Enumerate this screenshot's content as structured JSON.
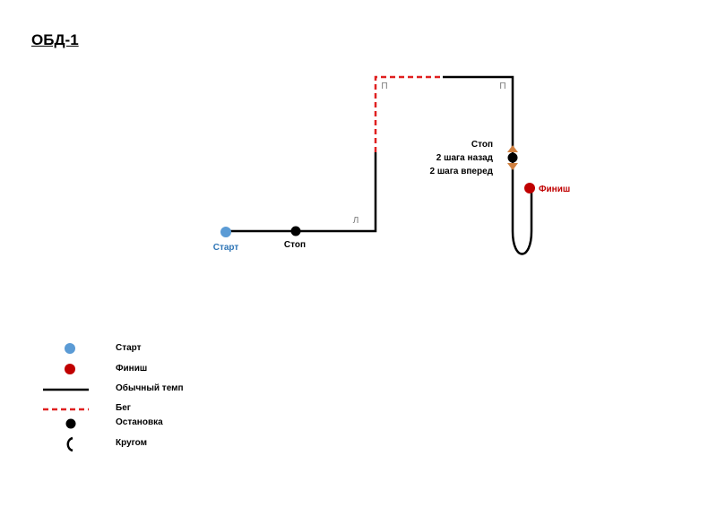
{
  "title": "ОБД-1",
  "route": {
    "start_label": "Старт",
    "stop1_label": "Стоп",
    "turn_left": "Л",
    "turn_right_1": "П",
    "turn_right_2": "П",
    "stop2_line1": "Стоп",
    "stop2_line2": "2 шага назад",
    "stop2_line3": "2 шага вперед",
    "finish_label": "Финиш"
  },
  "legend": {
    "start": "Старт",
    "finish": "Финиш",
    "normal": "Обычный темп",
    "run": "Бег",
    "stop": "Остановка",
    "circle": "Кругом"
  },
  "colors": {
    "start": "#5b9bd5",
    "start_text": "#2e75b6",
    "finish": "#c00000",
    "finish_text": "#c00000",
    "line": "#000000",
    "run": "#e02020",
    "arrow": "#d08040"
  }
}
